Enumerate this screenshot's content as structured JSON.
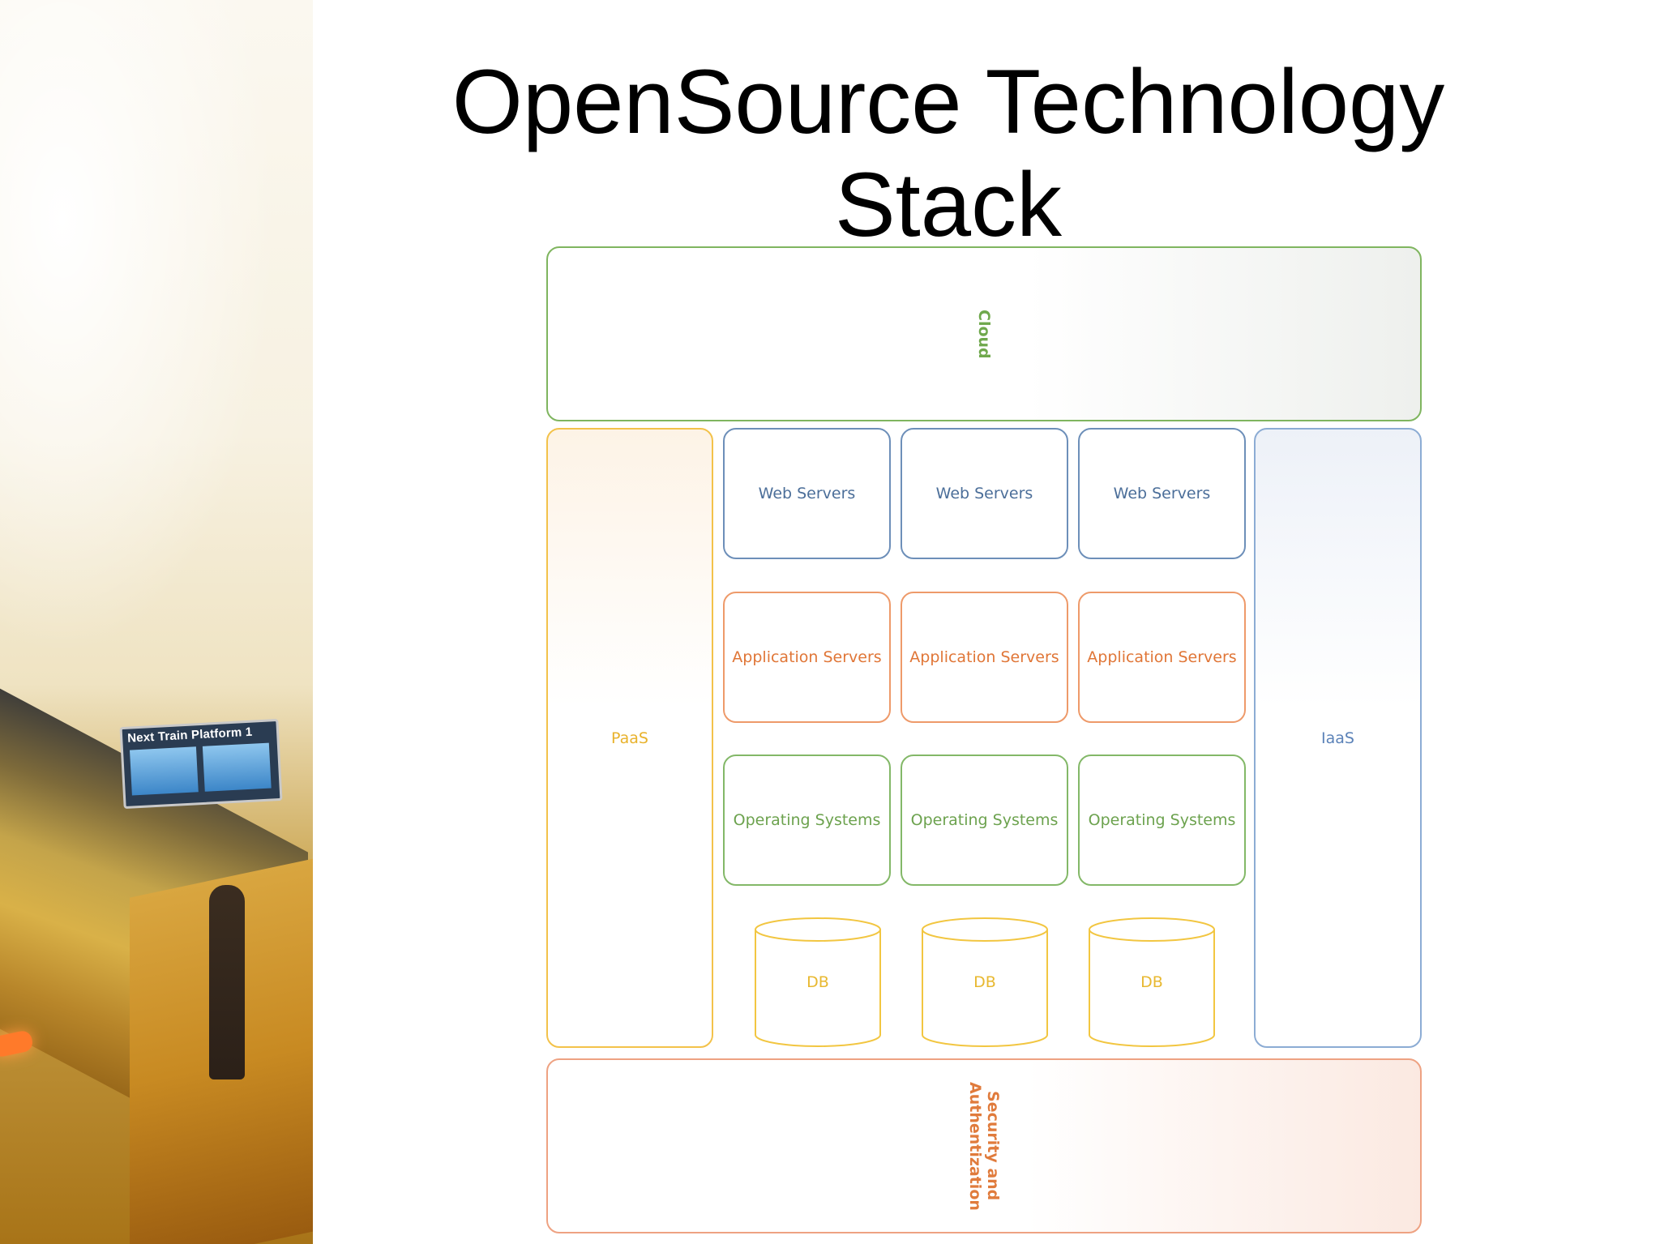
{
  "slide": {
    "title": "OpenSource Technology Stack"
  },
  "photo": {
    "sign_text": "Next Train  Platform 1"
  },
  "diagram": {
    "cloud": "Cloud",
    "paas": "PaaS",
    "iaas": "IaaS",
    "security": "Security and Authentization",
    "web_servers": [
      "Web Servers",
      "Web Servers",
      "Web Servers"
    ],
    "application_servers": [
      "Application Servers",
      "Application Servers",
      "Application Servers"
    ],
    "operating_systems": [
      "Operating Systems",
      "Operating Systems",
      "Operating Systems"
    ],
    "databases": [
      "DB",
      "DB",
      "DB"
    ]
  },
  "colors": {
    "cloud": "#7fb55f",
    "paas": "#f3c24a",
    "iaas": "#8cacd4",
    "web": "#6d8fb9",
    "app": "#ee9a6a",
    "os": "#83b868",
    "db": "#f2c641",
    "security": "#eea282"
  }
}
